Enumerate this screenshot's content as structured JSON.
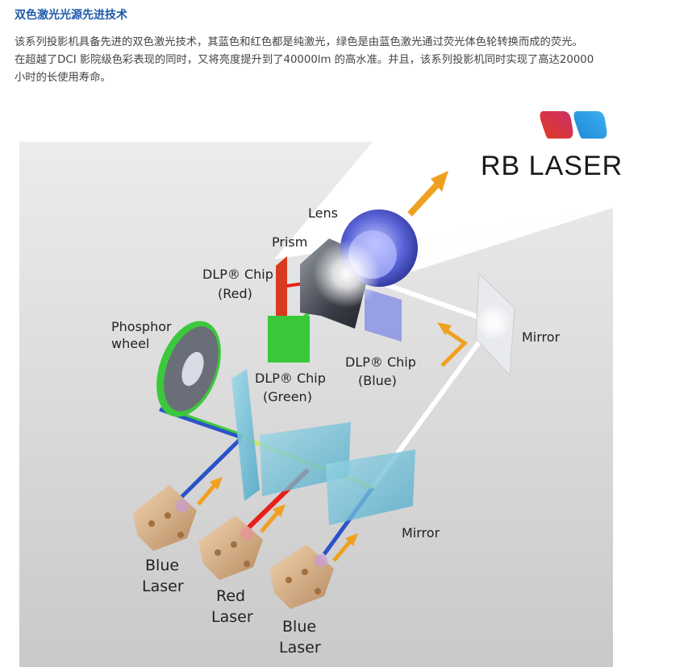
{
  "header": {
    "title": "双色激光光源先进技术",
    "paragraph_lines": [
      "该系列投影机具备先进的双色激光技术，其蓝色和红色都是纯激光，绿色是由蓝色激光通过荧光体色轮转换而成的荧光。",
      "在超越了DCI 影院级色彩表现的同时，又将亮度提升到了40000lm 的高水准。并且，该系列投影机同时实现了高达20000",
      "小时的长使用寿命。"
    ]
  },
  "diagram": {
    "logo_text": "RB LASER",
    "labels": {
      "lens": "Lens",
      "prism": "Prism",
      "dlp_red_1": "DLP® Chip",
      "dlp_red_2": "(Red)",
      "phosphor_1": "Phosphor",
      "phosphor_2": "wheel",
      "dlp_green_1": "DLP® Chip",
      "dlp_green_2": "(Green)",
      "dlp_blue_1": "DLP® Chip",
      "dlp_blue_2": "(Blue)",
      "mirror_top": "Mirror",
      "mirror_bottom": "Mirror",
      "laser1_1": "Blue",
      "laser1_2": "Laser",
      "laser2_1": "Red",
      "laser2_2": "Laser",
      "laser3_1": "Blue",
      "laser3_2": "Laser"
    },
    "colors": {
      "title": "#1e5aa8",
      "beam_blue": "#2a52c8",
      "beam_red": "#e8201a",
      "beam_green": "#3cc83c",
      "arrow": "#f0a020"
    }
  }
}
